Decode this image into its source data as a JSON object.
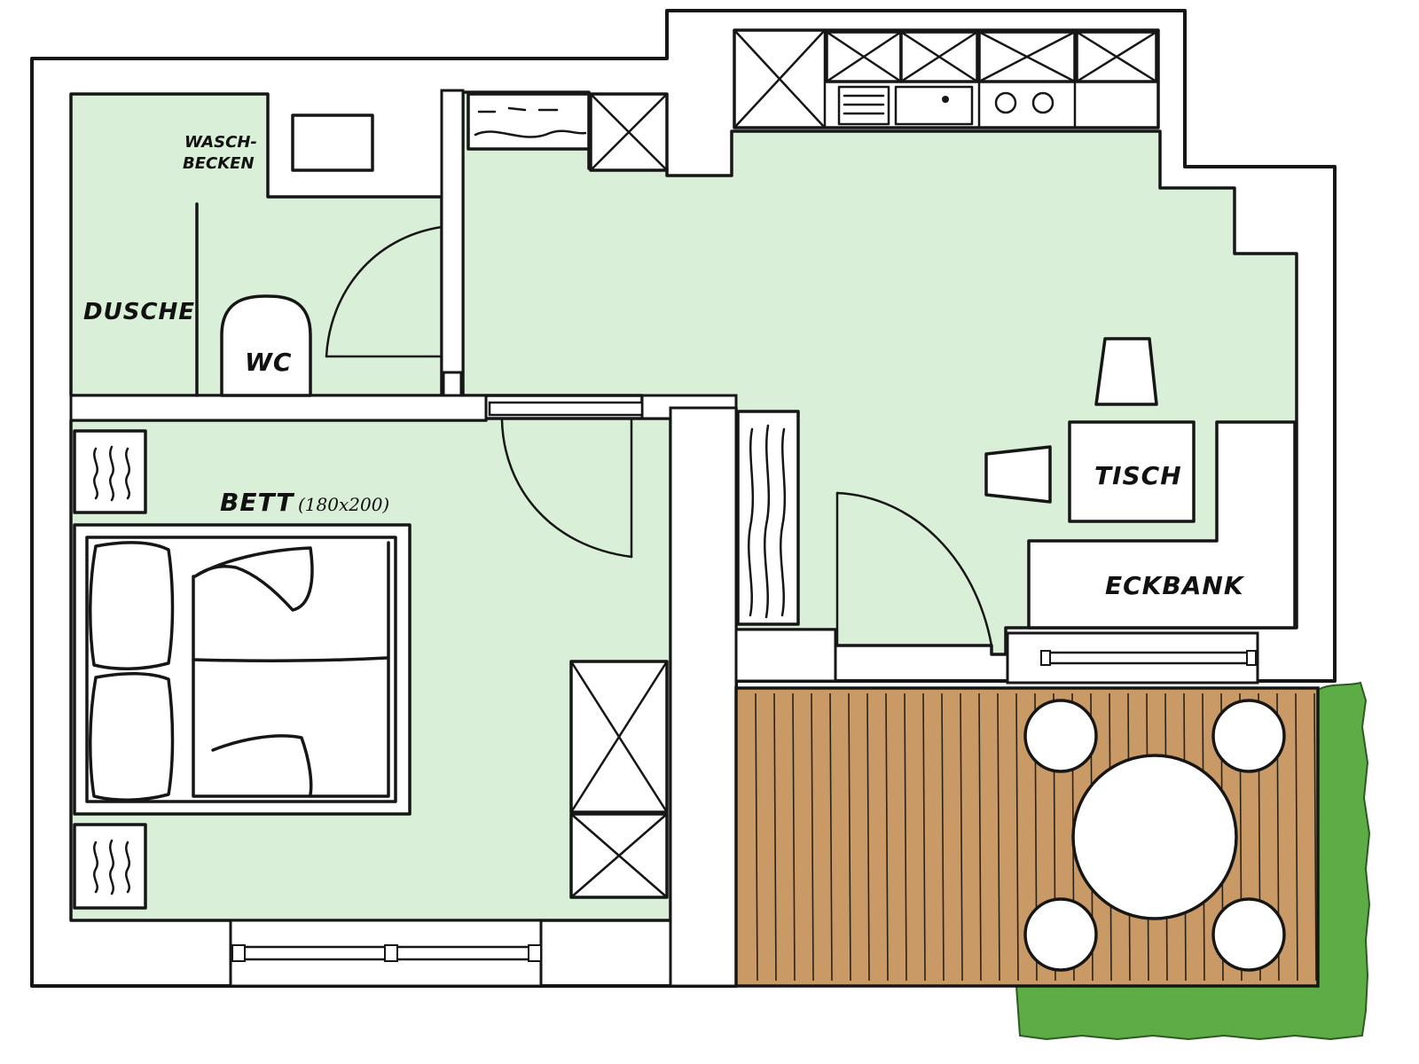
{
  "labels": {
    "washbasin_line1": "WASCH-",
    "washbasin_line2": "BECKEN",
    "shower": "DUSCHE",
    "wc": "WC",
    "bed": "BETT",
    "bed_size": "(180x200)",
    "table": "TISCH",
    "corner_bench": "ECKBANK"
  },
  "colors": {
    "room_fill": "#d9efd7",
    "wall_fill": "#ffffff",
    "line": "#161616",
    "terrace_wood": "#c99a66",
    "lawn": "#5cad45"
  },
  "icons": {
    "toilet": "toilet-icon",
    "stove": "stove-icon",
    "sink": "sink-icon",
    "radiator": "radiator-icon",
    "cabinet": "cabinet-icon"
  }
}
